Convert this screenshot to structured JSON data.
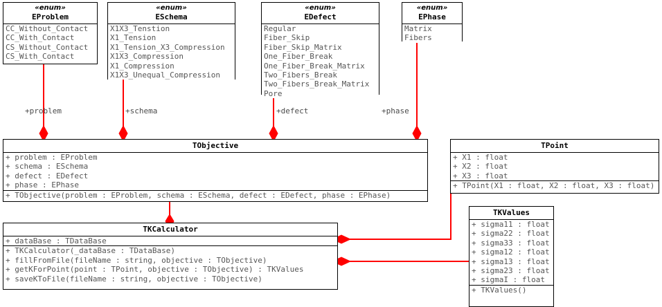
{
  "diagram": {
    "title": "UML Class Diagram",
    "accent_color": "#ff0000",
    "line_color": "#000000",
    "text_color": "#555555"
  },
  "classes": {
    "eproblem": {
      "stereotype": "«enum»",
      "name": "EProblem",
      "attributes": [
        "CC_Without_Contact",
        "CC_With_Contact",
        "CS_Without_Contact",
        "CS_With_Contact"
      ],
      "operations": []
    },
    "eschema": {
      "stereotype": "«enum»",
      "name": "ESchema",
      "attributes": [
        "X1X3_Tenstion",
        "X1_Tension",
        "X1_Tension_X3_Compression",
        "X1X3_Compression",
        "X1_Compression",
        "X1X3_Unequal_Compression"
      ],
      "operations": []
    },
    "edefect": {
      "stereotype": "«enum»",
      "name": "EDefect",
      "attributes": [
        "Regular",
        "Fiber_Skip",
        "Fiber_Skip_Matrix",
        "One_Fiber_Break",
        "One_Fiber_Break_Matrix",
        "Two_Fibers_Break",
        "Two_Fibers_Break_Matrix",
        "Pore"
      ],
      "operations": []
    },
    "ephase": {
      "stereotype": "«enum»",
      "name": "EPhase",
      "attributes": [
        "Matrix",
        "Fibers"
      ],
      "operations": []
    },
    "tobjective": {
      "stereotype": "",
      "name": "TObjective",
      "attributes": [
        "+ problem : EProblem",
        "+ schema : ESchema",
        "+ defect : EDefect",
        "+ phase : EPhase"
      ],
      "operations": [
        "+ TObjective(problem : EProblem, schema : ESchema, defect : EDefect, phase : EPhase)"
      ]
    },
    "tkcalculator": {
      "stereotype": "",
      "name": "TKCalculator",
      "attributes": [
        "+ dataBase : TDataBase"
      ],
      "operations": [
        "+ TKCalculator(_dataBase : TDataBase)",
        "+ fillFromFile(fileName : string, objective : TObjective)",
        "+ getKForPoint(point : TPoint, objective : TObjective) : TKValues",
        "+ saveKToFile(fileName : string, objective : TObjective)"
      ]
    },
    "tpoint": {
      "stereotype": "",
      "name": "TPoint",
      "attributes": [
        "+ X1 : float",
        "+ X2 : float",
        "+ X3 : float"
      ],
      "operations": [
        "+ TPoint(X1 : float, X2 : float, X3 : float)"
      ]
    },
    "tkvalues": {
      "stereotype": "",
      "name": "TKValues",
      "attributes": [
        "+ sigma11 : float",
        "+ sigma22 : float",
        "+ sigma33 : float",
        "+ sigma12 : float",
        "+ sigma13 : float",
        "+ sigma23 : float",
        "+ sigmaI : float"
      ],
      "operations": [
        "+ TKValues()"
      ]
    }
  },
  "edges": [
    {
      "id": "problem",
      "label": "+problem",
      "from": "eproblem",
      "to": "tobjective"
    },
    {
      "id": "schema",
      "label": "+schema",
      "from": "eschema",
      "to": "tobjective"
    },
    {
      "id": "defect",
      "label": "+defect",
      "from": "edefect",
      "to": "tobjective"
    },
    {
      "id": "phase",
      "label": "+phase",
      "from": "ephase",
      "to": "tobjective"
    },
    {
      "id": "objective",
      "label": "",
      "from": "tobjective",
      "to": "tkcalculator"
    },
    {
      "id": "point",
      "label": "",
      "from": "tpoint",
      "to": "tkcalculator"
    },
    {
      "id": "kvalues",
      "label": "",
      "from": "tkvalues",
      "to": "tkcalculator"
    }
  ]
}
